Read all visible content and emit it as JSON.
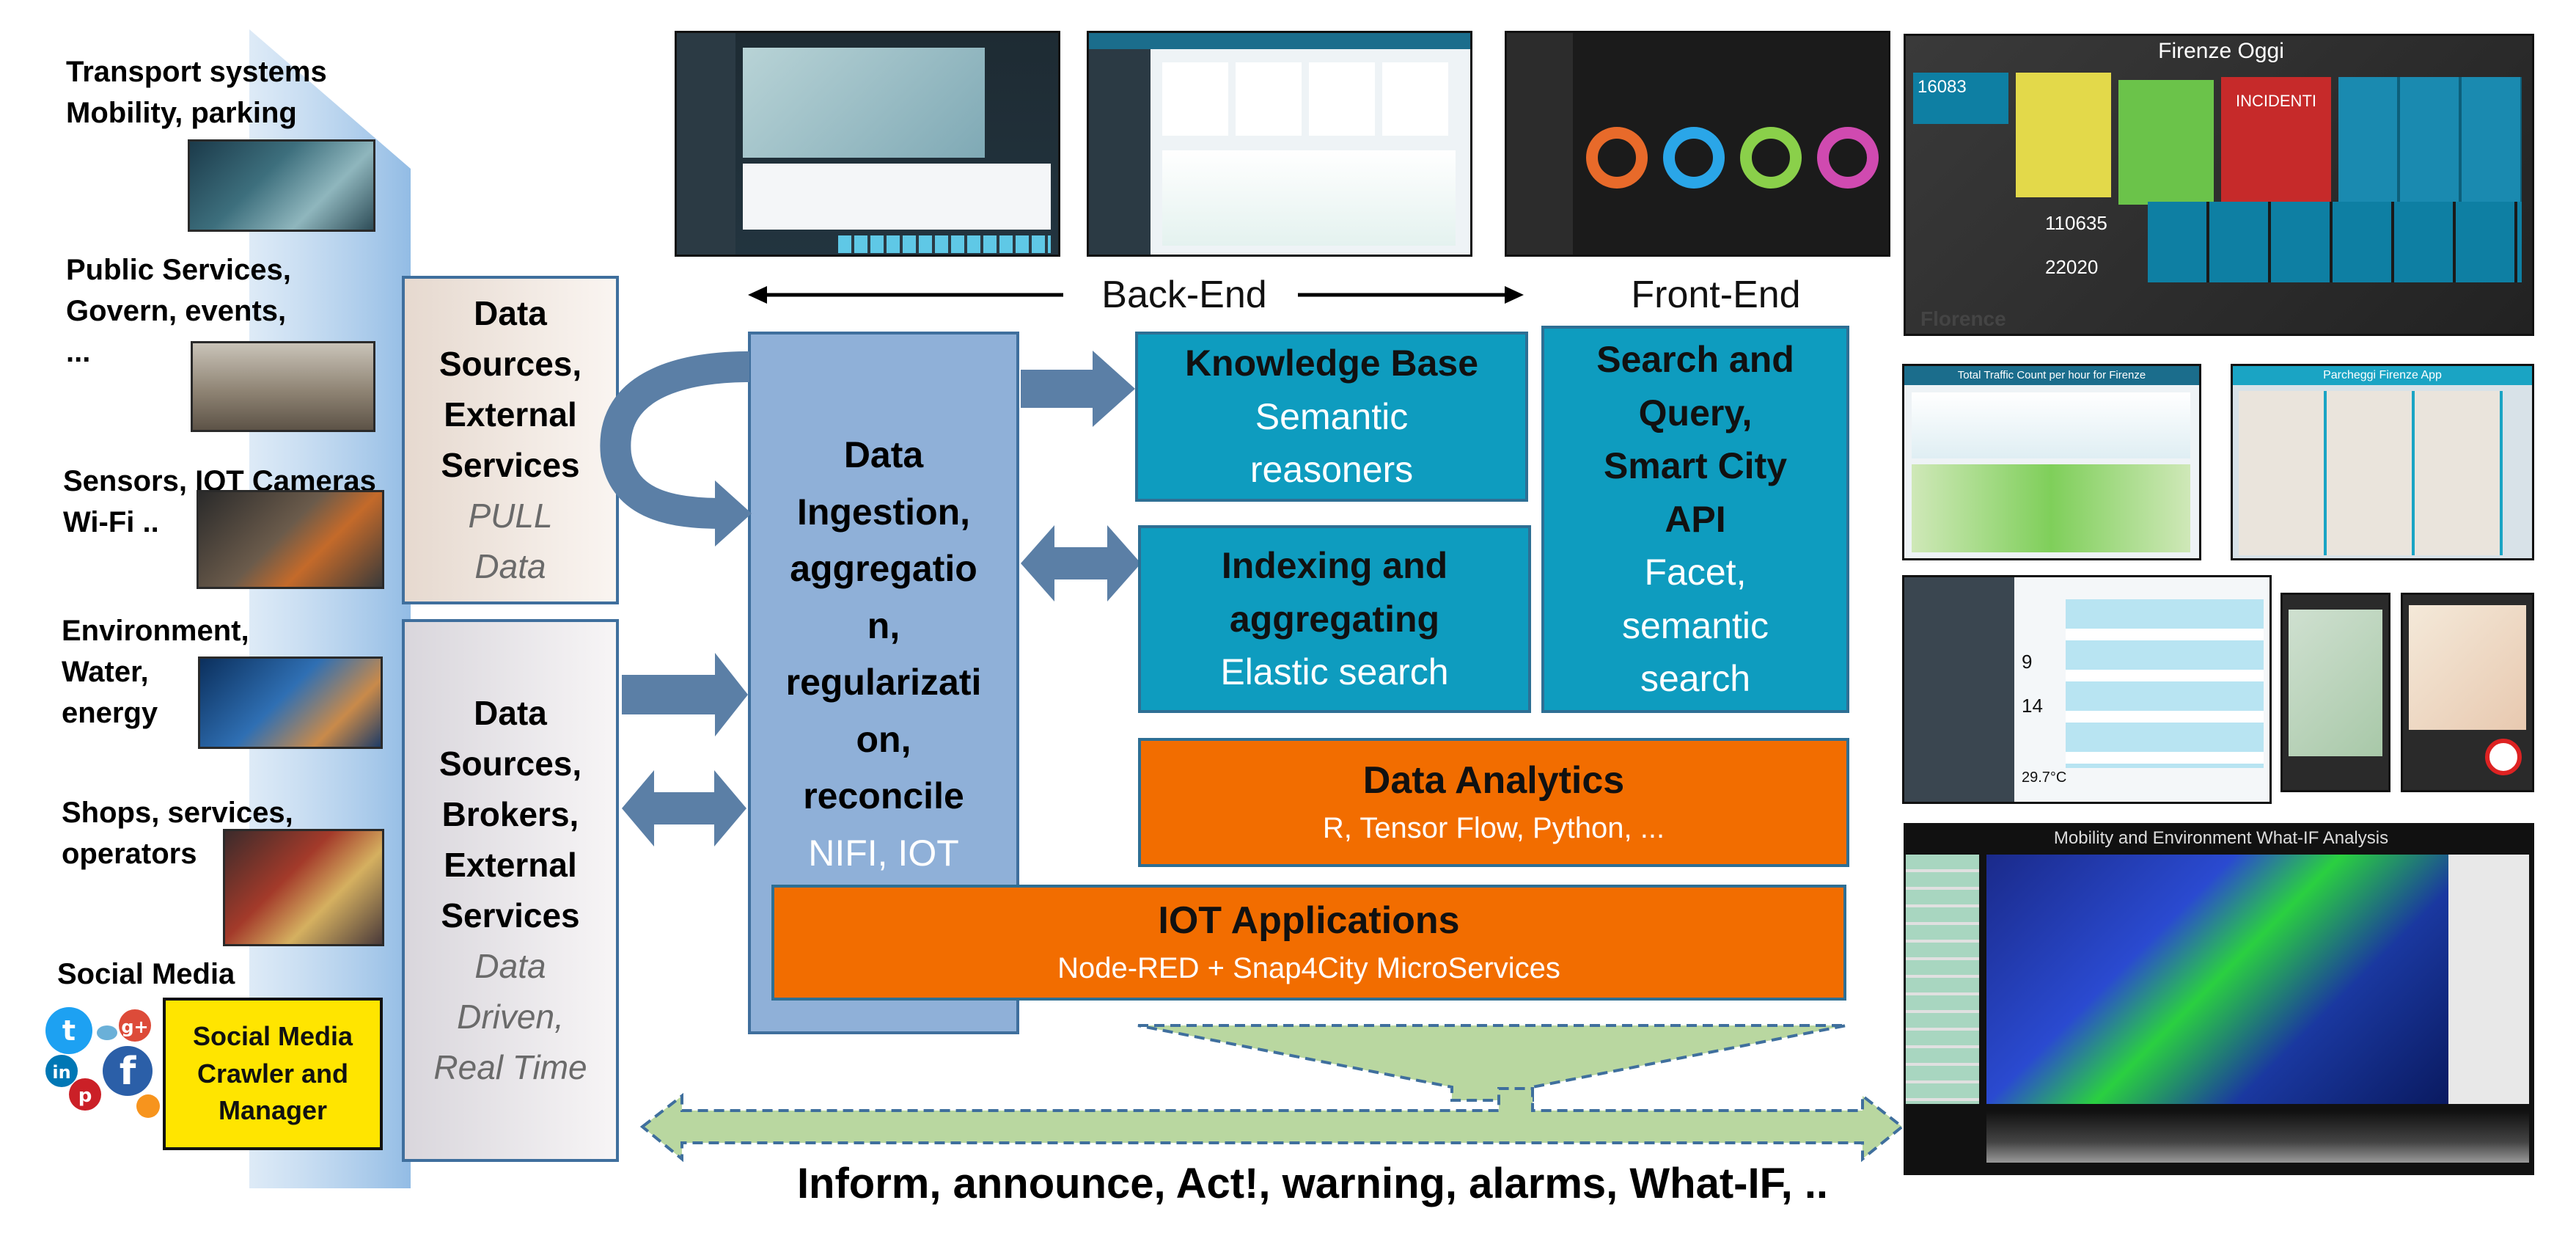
{
  "sources": {
    "transport": "Transport systems\nMobility, parking",
    "public": "Public Services,\nGovern, events,\n...",
    "sensors": "Sensors, IOT Cameras\nWi-Fi ..",
    "environment": "Environment,\nWater,\nenergy",
    "shops": "Shops, services,\noperators",
    "social": "Social Media"
  },
  "social_box": "Social Media\nCrawler and\nManager",
  "pull_panel": {
    "bold": "Data\nSources,\nExternal\nServices",
    "italic": "PULL\nData"
  },
  "driven_panel": {
    "bold": "Data\nSources,\nBrokers,\nExternal\nServices",
    "italic": "Data\nDriven,\nReal Time"
  },
  "ingestion": {
    "bold": "Data\nIngestion,\naggregatio\nn,\nregularizati\non,\nreconcile",
    "normal": "NIFI, IOT\nApps"
  },
  "labels": {
    "backend": "Back-End",
    "frontend": "Front-End"
  },
  "kb": {
    "title": "Knowledge Base",
    "sub": "Semantic\nreasoners"
  },
  "index": {
    "title": "Indexing and\naggregating",
    "sub": "Elastic search"
  },
  "search": {
    "title": "Search and\nQuery,\nSmart City\nAPI",
    "sub": "Facet,\nsemantic\nsearch"
  },
  "analytics": {
    "title": "Data Analytics",
    "sub": "R, Tensor Flow, Python, ..."
  },
  "iot": {
    "title": "IOT Applications",
    "sub": "Node-RED + Snap4City MicroServices"
  },
  "bottom_caption": "Inform, announce, Act!, warning, alarms, What-IF, ..",
  "screens": {
    "firenze_title": "Firenze Oggi",
    "firenze_footer": "Florence",
    "traffic_title": "Total Traffic Count per hour for Firenze",
    "parking_title": "Parcheggi Firenze App",
    "whatif_title": "Mobility and Environment What-IF Analysis",
    "weather_value": "29.7°C",
    "incidenti": "INCIDENTI",
    "big1": "110635",
    "big2": "22020",
    "count1": "16083",
    "w1": "9",
    "w2": "14"
  },
  "colors": {
    "teal": "#0e9cbf",
    "orange": "#f26d00",
    "panel_border": "#3f6f9d",
    "arrow_blue": "#5b7fa6",
    "arrow_green": "#b9d7a0",
    "social_yellow": "#ffe500"
  },
  "icons": [
    "twitter-icon",
    "google-plus-icon",
    "linkedin-icon",
    "facebook-icon",
    "pinterest-icon",
    "rss-icon",
    "chat-icon"
  ]
}
